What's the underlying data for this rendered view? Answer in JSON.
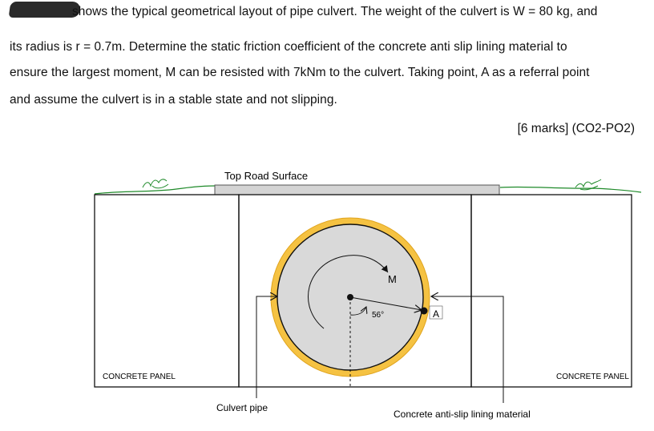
{
  "question": {
    "line1": "shows the typical geometrical layout of pipe culvert. The weight of the culvert is W = 80 kg, and",
    "line2": "its radius is r = 0.7m. Determine the static friction coefficient of the concrete anti slip lining material to",
    "line3": "ensure the largest moment, M can be resisted with 7kNm to the culvert. Taking point, A as a referral point",
    "line4": "and assume the culvert is in a stable state and not slipping.",
    "marks": "[6 marks] (CO2-PO2)"
  },
  "figure": {
    "top_label": "Top Road Surface",
    "moment_label": "M",
    "angle_label": "56°",
    "point_label": "A",
    "left_panel_label": "CONCRETE PANEL",
    "right_panel_label": "CONCRETE PANEL",
    "pipe_label": "Culvert pipe",
    "lining_label": "Concrete anti-slip lining material",
    "colors": {
      "lining": "#f5c242",
      "lining_edge": "#e0a41e",
      "pipe_fill": "#d9d9d9",
      "road": "#d4d4d4",
      "grass": "#1f8a2a"
    }
  }
}
